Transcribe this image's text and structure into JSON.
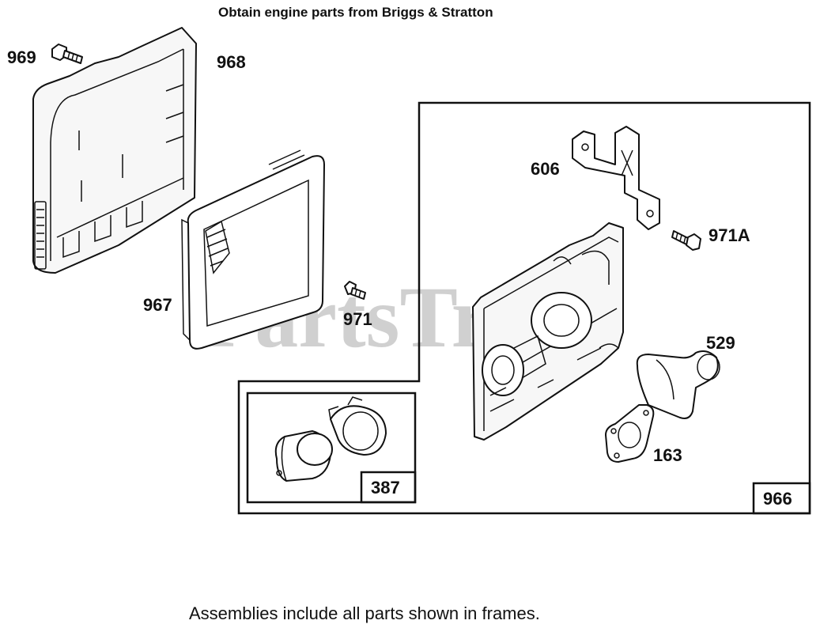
{
  "header": {
    "title": "Obtain engine parts from Briggs & Stratton"
  },
  "watermark": "PartsTree",
  "footer": {
    "note": "Assemblies include all parts shown in frames."
  },
  "parts": {
    "p969": "969",
    "p968": "968",
    "p967": "967",
    "p971": "971",
    "p606": "606",
    "p971a": "971A",
    "p529": "529",
    "p163": "163",
    "p387": "387",
    "p966": "966"
  },
  "colors": {
    "line": "#111111",
    "watermark": "#bdbdbd",
    "background": "#ffffff"
  }
}
